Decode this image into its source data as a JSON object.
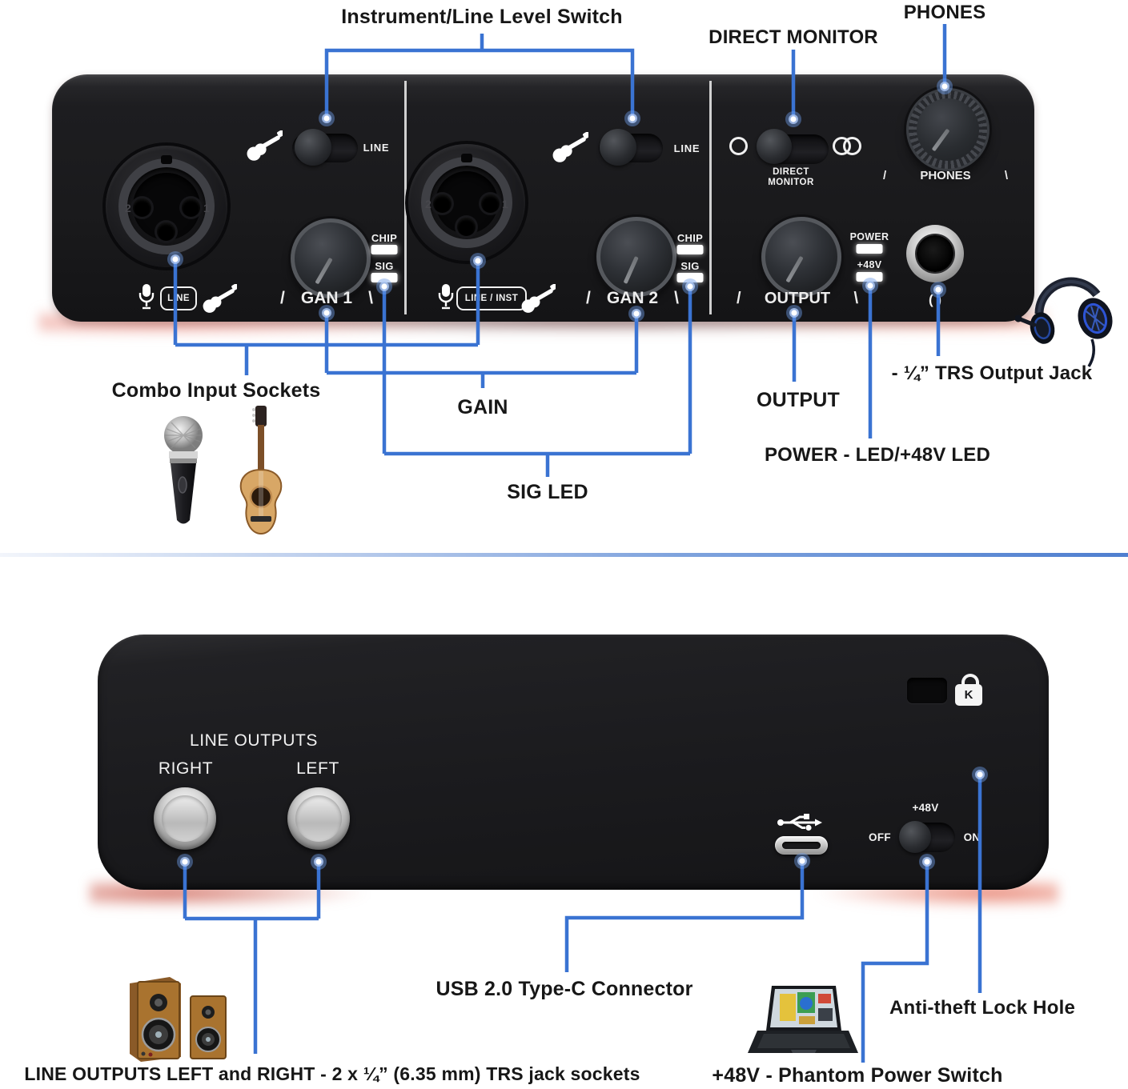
{
  "colors": {
    "callout_line": "#3a73d2",
    "panel_black": "#19191b",
    "led_white": "#ffffff",
    "divider_blue": "#4f7fd0",
    "glow_pink": "#e08276"
  },
  "callouts": {
    "instrument_line_switch": "Instrument/Line Level Switch",
    "direct_monitor": "DIRECT MONITOR",
    "phones": "PHONES",
    "combo_input_sockets": "Combo Input Sockets",
    "gain": "GAIN",
    "sig_led": "SIG LED",
    "output": "OUTPUT",
    "power_led": "POWER - LED/+48V LED",
    "trs_output_jack": "- ¼” TRS Output Jack",
    "usb_connector": "USB 2.0 Type-C Connector",
    "anti_theft": "Anti-theft Lock Hole",
    "phantom_switch": "+48V - Phantom Power Switch",
    "line_outputs_desc": "LINE OUTPUTS LEFT and RIGHT - 2 x ¼” (6.35 mm) TRS jack sockets"
  },
  "front": {
    "slash_open": "/",
    "slash_close": "\\",
    "ch1": {
      "line": "LINE",
      "gain_name": "GAN 1",
      "chip": "CHIP",
      "sig": "SIG",
      "badge": "LINE",
      "pin_left": "2",
      "pin_right": "1"
    },
    "ch2": {
      "line": "LINE",
      "gain_name": "GAN 2",
      "chip": "CHIP",
      "sig": "SIG",
      "badge": "LINE / INST",
      "pin_left": "2",
      "pin_right": "1"
    },
    "monitor": {
      "direct_line1": "DIRECT",
      "direct_line2": "MONITOR",
      "phones": "PHONES",
      "output": "OUTPUT",
      "power": "POWER",
      "p48": "+48V",
      "headphone_glyph": "( )"
    }
  },
  "back": {
    "line_outputs": "LINE OUTPUTS",
    "right": "RIGHT",
    "left": "LEFT",
    "p48": "+48V",
    "off": "OFF",
    "on": "ON",
    "lock_letter": "K"
  }
}
